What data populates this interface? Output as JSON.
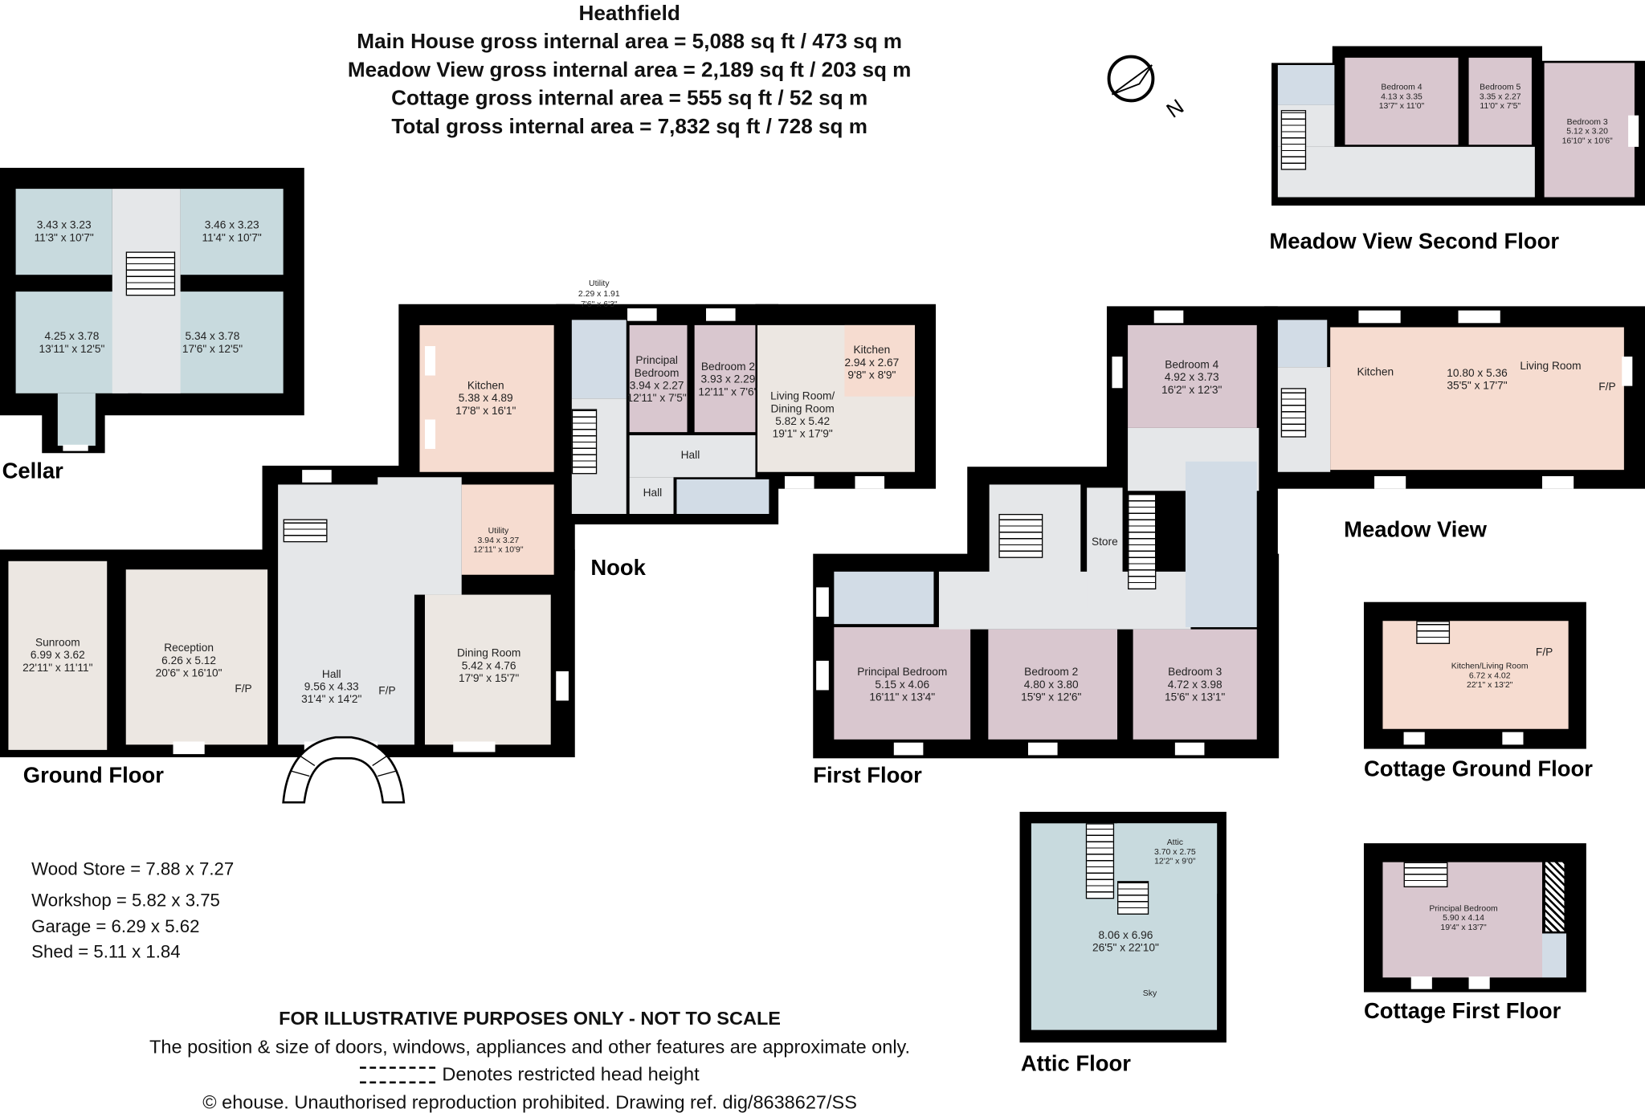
{
  "header": {
    "title": "Heathfield",
    "lines": [
      "Main House gross internal area = 5,088 sq ft / 473 sq m",
      "Meadow View gross internal area = 2,189 sq ft / 203 sq m",
      "Cottage gross internal area = 555 sq ft / 52 sq m",
      "Total gross internal area = 7,832 sq ft / 728 sq m"
    ]
  },
  "compass": {
    "icon": "north-arrow-icon",
    "label": "N"
  },
  "floors": {
    "cellar": {
      "title": "Cellar",
      "rooms": [
        {
          "metric": "3.43 x 3.23",
          "imperial": "11'3\" x 10'7\""
        },
        {
          "metric": "3.46 x 3.23",
          "imperial": "11'4\" x 10'7\""
        },
        {
          "metric": "4.25 x 3.78",
          "imperial": "13'11\" x 12'5\""
        },
        {
          "metric": "5.34 x 3.78",
          "imperial": "17'6\" x 12'5\""
        }
      ]
    },
    "ground": {
      "title": "Ground Floor",
      "nook_label": "Nook",
      "rooms": [
        {
          "name": "Sunroom",
          "metric": "6.99 x 3.62",
          "imperial": "22'11\" x 11'11\""
        },
        {
          "name": "Reception",
          "metric": "6.26 x 5.12",
          "imperial": "20'6\" x 16'10\"",
          "fireplace": "F/P"
        },
        {
          "name": "Hall",
          "metric": "9.56 x 4.33",
          "imperial": "31'4\" x 14'2\"",
          "fireplace": "F/P"
        },
        {
          "name": "Dining Room",
          "metric": "5.42 x 4.76",
          "imperial": "17'9\" x 15'7\""
        },
        {
          "name": "Kitchen",
          "metric": "5.38 x 4.89",
          "imperial": "17'8\" x 16'1\""
        },
        {
          "name": "Utility",
          "metric": "3.94 x 3.27",
          "imperial": "12'11\" x 10'9\""
        },
        {
          "name": "Utility",
          "metric": "2.29 x 1.91",
          "imperial": "7'6\" x 6'3\""
        },
        {
          "name": "Principal Bedroom",
          "metric": "3.94 x 2.27",
          "imperial": "12'11\" x 7'5\""
        },
        {
          "name": "Bedroom 2",
          "metric": "3.93 x 2.29",
          "imperial": "12'11\" x 7'6\""
        },
        {
          "name": "Hall"
        },
        {
          "name": "Hall"
        },
        {
          "name": "Living Room/ Dining Room",
          "metric": "5.82 x 5.42",
          "imperial": "19'1\" x 17'9\""
        },
        {
          "name": "Kitchen",
          "metric": "2.94 x 2.67",
          "imperial": "9'8\" x 8'9\""
        }
      ]
    },
    "first": {
      "title": "First Floor",
      "rooms": [
        {
          "name": "Principal Bedroom",
          "metric": "5.15 x 4.06",
          "imperial": "16'11\" x 13'4\""
        },
        {
          "name": "Bedroom 2",
          "metric": "4.80 x 3.80",
          "imperial": "15'9\" x 12'6\""
        },
        {
          "name": "Bedroom 3",
          "metric": "4.72 x 3.98",
          "imperial": "15'6\" x 13'1\""
        },
        {
          "name": "Store"
        },
        {
          "name": "Bedroom 4",
          "metric": "4.92 x 3.73",
          "imperial": "16'2\" x 12'3\""
        }
      ]
    },
    "meadow_view": {
      "title": "Meadow View",
      "rooms": [
        {
          "name": "Kitchen"
        },
        {
          "name": "Living Room",
          "metric": "10.80 x 5.36",
          "imperial": "35'5\" x 17'7\"",
          "fireplace": "F/P"
        }
      ]
    },
    "meadow_view_second": {
      "title": "Meadow View Second Floor",
      "rooms": [
        {
          "name": "Bedroom 4",
          "metric": "4.13 x 3.35",
          "imperial": "13'7\" x 11'0\""
        },
        {
          "name": "Bedroom 5",
          "metric": "3.35 x 2.27",
          "imperial": "11'0\" x 7'5\""
        },
        {
          "name": "Bedroom 3",
          "metric": "5.12 x 3.20",
          "imperial": "16'10\" x 10'6\""
        }
      ]
    },
    "cottage_ground": {
      "title": "Cottage Ground Floor",
      "rooms": [
        {
          "name": "Kitchen/Living Room",
          "metric": "6.72 x 4.02",
          "imperial": "22'1\" x 13'2\"",
          "fireplace": "F/P"
        }
      ]
    },
    "cottage_first": {
      "title": "Cottage First Floor",
      "rooms": [
        {
          "name": "Principal Bedroom",
          "metric": "5.90 x 4.14",
          "imperial": "19'4\" x 13'7\""
        }
      ]
    },
    "attic": {
      "title": "Attic Floor",
      "rooms": [
        {
          "name": "Attic",
          "metric": "3.70 x 2.75",
          "imperial": "12'2\" x 9'0\""
        },
        {
          "metric": "8.06 x 6.96",
          "imperial": "26'5\" x 22'10\""
        }
      ],
      "skylight": "Sky"
    }
  },
  "outbuildings": [
    "Wood Store = 7.88 x 7.27",
    "Workshop = 5.82 x 3.75",
    "Garage = 6.29 x 5.62",
    "Shed = 5.11 x 1.84"
  ],
  "footer": {
    "disclaimer": "FOR ILLUSTRATIVE PURPOSES ONLY - NOT TO SCALE",
    "note": "The position & size of doors, windows, appliances and other features are approximate only.",
    "legend": "Denotes restricted head height",
    "copyright": "© ehouse. Unauthorised reproduction prohibited. Drawing ref. dig/8638627/SS"
  },
  "colors": {
    "wall": "#000000",
    "cellar_attic": "#c8dade",
    "kitchen": "#f6dcd0",
    "bedroom": "#d9c7cf",
    "living": "#ece7e2",
    "hall": "#e5e7e9",
    "bathroom": "#d2dce6"
  }
}
